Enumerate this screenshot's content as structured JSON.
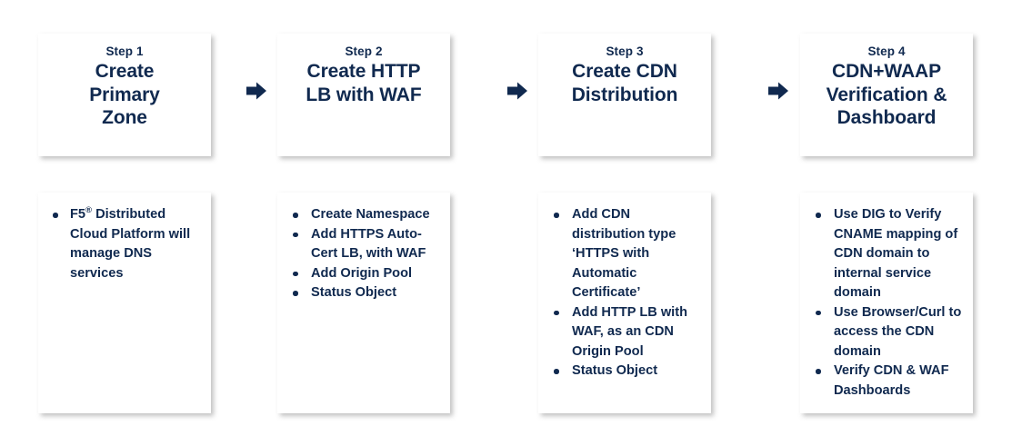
{
  "diagram": {
    "type": "process-flow",
    "orientation": "horizontal",
    "accent_color": "#10294f",
    "card_background": "#ffffff",
    "page_background": "#ffffff",
    "connector_icon": "right-arrow-icon",
    "steps": [
      {
        "label": "Step 1",
        "title_lines": [
          "Create",
          "Primary",
          "Zone"
        ],
        "bullets": [
          {
            "prefix": "F5",
            "superscript": "®",
            "rest": " Distributed Cloud Platform will manage DNS services"
          }
        ]
      },
      {
        "label": "Step 2",
        "title_lines": [
          "Create HTTP",
          "LB with WAF"
        ],
        "bullets": [
          {
            "text": "Create Namespace"
          },
          {
            "text": "Add HTTPS Auto-Cert LB, with WAF"
          },
          {
            "text": "Add Origin Pool"
          },
          {
            "text": "Status Object"
          }
        ]
      },
      {
        "label": "Step 3",
        "title_lines": [
          "Create CDN",
          "Distribution"
        ],
        "bullets": [
          {
            "text": "Add CDN distribution type ‘HTTPS with Automatic Certificate’"
          },
          {
            "text": "Add HTTP LB with WAF, as an CDN Origin Pool"
          },
          {
            "text": "Status Object"
          }
        ]
      },
      {
        "label": "Step 4",
        "title_lines": [
          "CDN+WAAP",
          "Verification &",
          "Dashboard"
        ],
        "bullets": [
          {
            "text": "Use DIG to Verify CNAME mapping of CDN domain to internal service domain"
          },
          {
            "text": "Use Browser/Curl to access the CDN domain"
          },
          {
            "text": "Verify CDN & WAF Dashboards"
          }
        ]
      }
    ]
  }
}
